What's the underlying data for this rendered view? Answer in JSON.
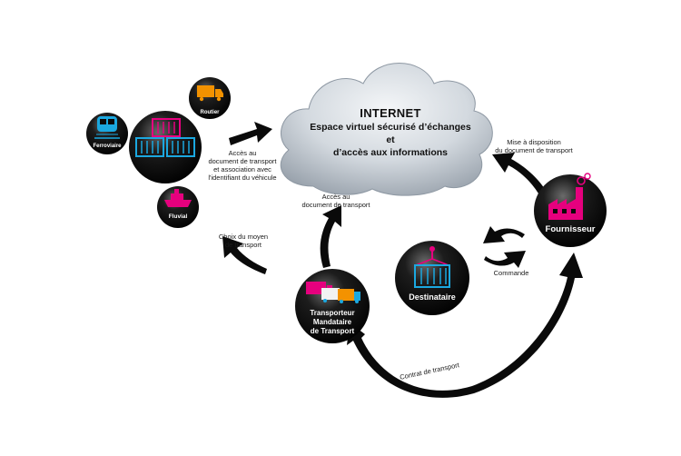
{
  "cloud": {
    "title": "INTERNET",
    "line1": "Espace virtuel sécurisé d’échanges",
    "line2": "et",
    "line3": "d’accès aux informations"
  },
  "nodes": {
    "routier": "Routier",
    "ferroviaire": "Ferroviaire",
    "fluvial": "Fluvial",
    "fournisseur": "Fournisseur",
    "destinataire": "Destinataire",
    "transporteur": [
      "Transporteur",
      "Mandataire",
      "de Transport"
    ]
  },
  "labels": {
    "acces_vehicule": [
      "Accès au",
      "document de transport",
      "et association avec",
      "l'identifiant du véhicule"
    ],
    "acces_doc": [
      "Accès au",
      "document de transport"
    ],
    "choix": [
      "Choix du moyen",
      "de transport"
    ],
    "mise": [
      "Mise à disposition",
      "du document de transport"
    ],
    "commande": "Commande",
    "contrat": "Contrat de transport"
  },
  "colors": {
    "magenta": "#e6007e",
    "cyan": "#1ba8e0",
    "orange": "#f39200",
    "node_dark": "#0a0a0a",
    "cloud": "#c7ced6"
  }
}
